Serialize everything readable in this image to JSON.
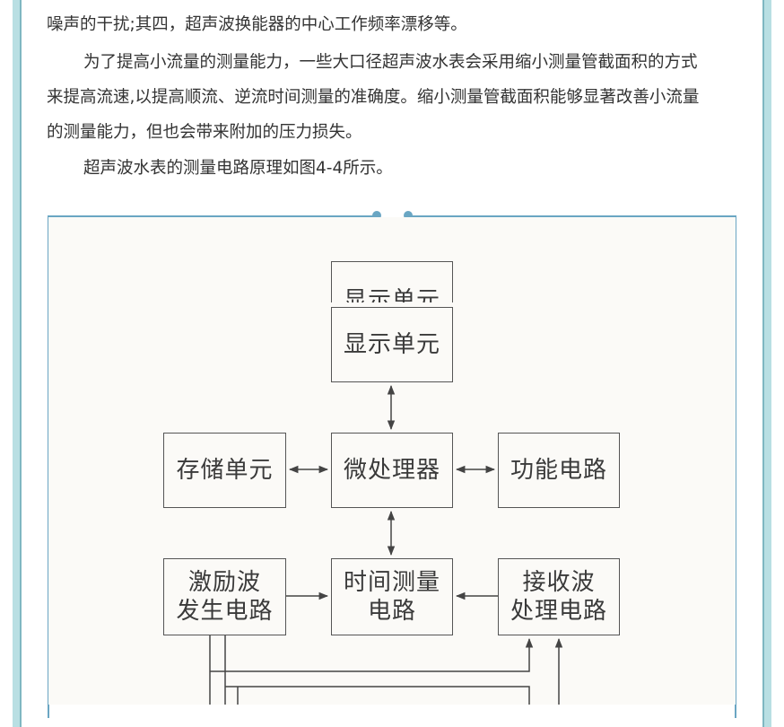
{
  "paragraphs": [
    "噪声的干扰;其四，超声波换能器的中心工作频率漂移等。",
    "为了提高小流量的测量能力，一些大口径超声波水表会采用缩小测量管截面积的方式",
    "来提高流速,以提高顺流、逆流时间测量的准确度。缩小测量管截面积能够显著改善小流量",
    "的测量能力，但也会带来附加的压力损失。",
    "超声波水表的测量电路原理如图4-4所示。"
  ],
  "diagram": {
    "display_unit_ghost": "显示单元",
    "display_unit": "显示单元",
    "storage_unit": "存储单元",
    "microprocessor": "微处理器",
    "function_circuit": "功能电路",
    "excitation_line1": "激励波",
    "excitation_line2": "发生电路",
    "time_measure_line1": "时间测量",
    "time_measure_line2": "电路",
    "receiver_line1": "接收波",
    "receiver_line2": "处理电路"
  }
}
